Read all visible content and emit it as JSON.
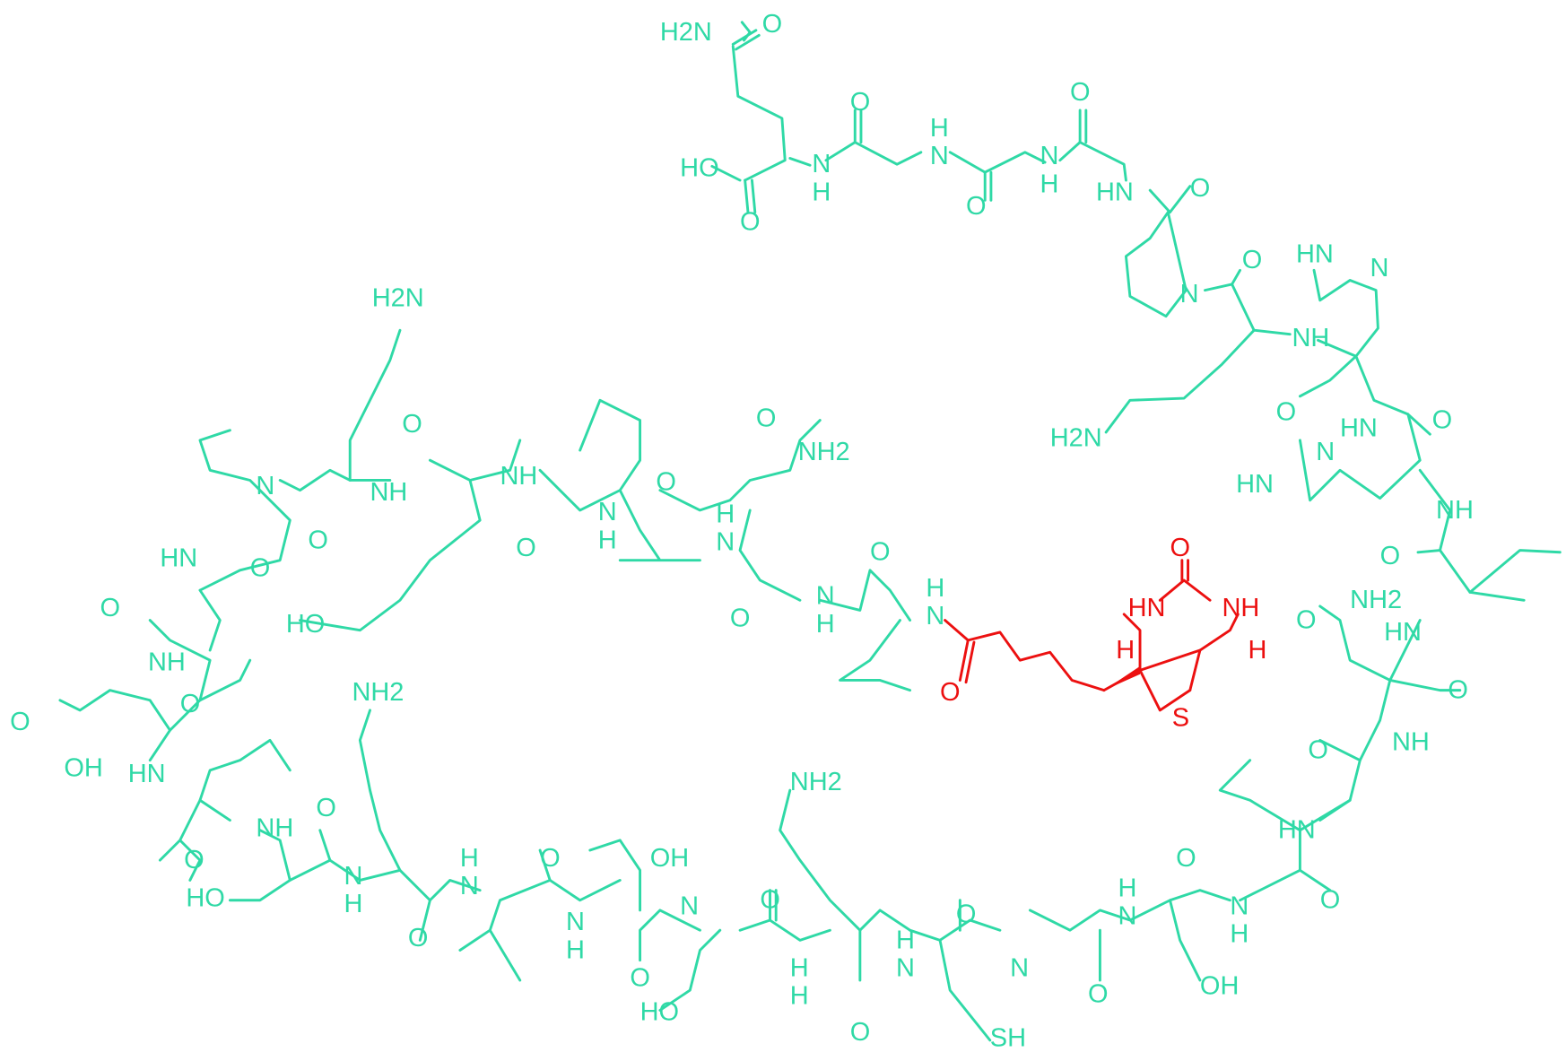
{
  "diagram": {
    "type": "chemical-structure",
    "description": "Biotinylated peptide skeletal formula",
    "colors": {
      "peptide": "#2fd9a6",
      "biotin": "#ec1010",
      "background": "#ffffff"
    },
    "labels": {
      "top_gln_amide": "H2N",
      "top_gln_o": "O",
      "top_cooh": "HO",
      "top_cooh_o": "O",
      "nh_1": "N",
      "nh_1h": "H",
      "o_1": "O",
      "nh_2h": "H",
      "nh_2": "N",
      "o_2": "O",
      "nh_3": "N",
      "nh_3h": "H",
      "o_3": "O",
      "hn_pro": "HN",
      "o_pro": "O",
      "n_pro": "N",
      "o_lys": "O",
      "nh_lys": "NH",
      "lys_nh2": "H2N",
      "his1_hn": "HN",
      "his1_n": "N",
      "o_his1": "O",
      "hn_his2": "HN",
      "o_his2": "O",
      "his2_n": "N",
      "his2_hn": "HN",
      "nh_ile": "NH",
      "o_ile": "O",
      "asn_nh2": "NH2",
      "asn_o": "O",
      "hn_asn": "HN",
      "o_asn": "O",
      "nh_gly": "NH",
      "o_gly": "O",
      "hn_leu": "HN",
      "o_leu": "O",
      "nh_ser": "N",
      "nh_ser_h": "H",
      "o_ser": "O",
      "ser_oh": "OH",
      "nh_gly2": "N",
      "nh_gly2_h": "H",
      "o_gly2": "O",
      "o_cys": "O",
      "nh_cys": "N",
      "nh_cys_h": "H",
      "cys_sh": "SH",
      "o_lys2": "O",
      "nh_lys2": "N",
      "nh_lys2_h": "H",
      "lys2_nh2": "NH2",
      "o_ser2": "O",
      "hn_ser2": "N",
      "hn_ser2_h": "H",
      "ser2_ho": "HO",
      "thr_oh": "OH",
      "o_thr": "O",
      "nh_thr": "N",
      "nh_thr_h": "H",
      "o_val2": "O",
      "nh_val2": "N",
      "nh_val2_h": "H",
      "o_lys3": "O",
      "nh_lys3": "N",
      "nh_lys3_h": "H",
      "lys3_nh2": "NH2",
      "o_ser3": "O",
      "nh_ser3": "NH",
      "ser3_ho": "HO",
      "o_leu2": "O",
      "hn_leu2": "HN",
      "o_asp": "O",
      "nh_asp": "NH",
      "asp_o": "O",
      "asp_oh": "OH",
      "o_val3": "O",
      "hn_val3": "HN",
      "o_pro2": "O",
      "n_pro2": "N",
      "o_pro2b": "O",
      "nh_lys4": "NH",
      "lys4_nh2": "H2N",
      "o_tyr": "O",
      "nh_tyr": "NH",
      "tyr_ho": "HO",
      "o_val4": "O",
      "nh_val4": "N",
      "nh_val4_h": "H",
      "o_ile2": "O",
      "nh_ile2": "N",
      "nh_ile2_h": "H",
      "gln2_o": "O",
      "gln2_nh2": "NH2",
      "o_gln2": "O",
      "nh_gln2": "N",
      "nh_gln2_h": "H",
      "o_val5": "O",
      "nh_val5": "N",
      "nh_val5_h": "H",
      "biotin_amide_o": "O",
      "biotin_o": "O",
      "biotin_hn": "HN",
      "biotin_nh": "NH",
      "biotin_h_left": "H",
      "biotin_h_right": "H",
      "biotin_s": "S"
    }
  }
}
